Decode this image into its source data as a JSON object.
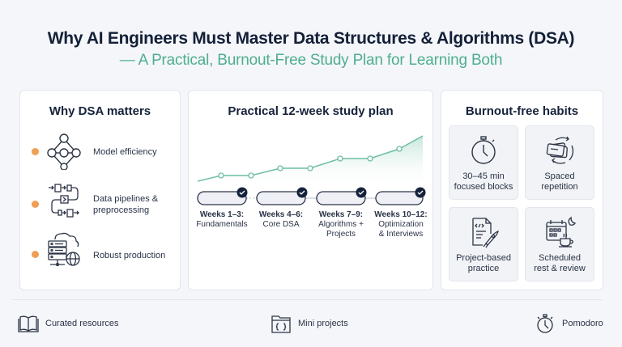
{
  "header": {
    "title": "Why AI Engineers Must Master Data Structures & Algorithms (DSA)",
    "subtitle": "— A Practical, Burnout-Free Study Plan for Learning Both"
  },
  "colors": {
    "title": "#142038",
    "accent_green": "#4fae8f",
    "bullet_orange": "#ef9f55",
    "badge_navy": "#15223b",
    "background": "#f4f6f9"
  },
  "why_dsa": {
    "title": "Why DSA matters",
    "items": [
      {
        "label": "Model efficiency",
        "icon": "neural-network-icon"
      },
      {
        "label": "Data pipelines & preprocessing",
        "icon": "data-pipeline-icon"
      },
      {
        "label": "Robust production",
        "icon": "server-cloud-icon"
      }
    ]
  },
  "study_plan": {
    "title": "Practical 12-week study plan",
    "phases": [
      {
        "weeks": "Weeks 1–3:",
        "topic": "Fundamentals",
        "status": "completed"
      },
      {
        "weeks": "Weeks 4–6:",
        "topic": "Core DSA",
        "status": "completed"
      },
      {
        "weeks": "Weeks 7–9:",
        "topic": "Algorithms + Projects",
        "status": "completed"
      },
      {
        "weeks": "Weeks 10–12:",
        "topic": "Optimization & Interviews",
        "status": "completed"
      }
    ]
  },
  "chart_data": {
    "type": "area",
    "title": "Practical 12-week study plan",
    "xlabel": "",
    "ylabel": "",
    "x": [
      0,
      1,
      2,
      3,
      4,
      5,
      6,
      7,
      8
    ],
    "values": [
      0,
      1,
      1,
      2,
      2,
      3,
      3,
      4,
      5
    ],
    "markers_at": [
      1,
      2,
      3,
      4,
      5,
      6,
      7
    ],
    "categories": [
      "Weeks 1–3",
      "Weeks 4–6",
      "Weeks 7–9",
      "Weeks 10–12"
    ],
    "grid": false,
    "legend": "none",
    "note": "Stepped upward progress curve with shaded green area; no axis ticks shown"
  },
  "habits": {
    "title": "Burnout-free habits",
    "tiles": [
      {
        "label_line1": "30–45 min",
        "label_line2": "focused blocks",
        "icon": "stopwatch-icon"
      },
      {
        "label_line1": "Spaced",
        "label_line2": "repetition",
        "icon": "flashcards-cycle-icon"
      },
      {
        "label_line1": "Project-based",
        "label_line2": "practice",
        "icon": "code-doc-rocket-icon"
      },
      {
        "label_line1": "Scheduled",
        "label_line2": "rest & review",
        "icon": "calendar-coffee-moon-icon"
      }
    ]
  },
  "footer": {
    "items": [
      {
        "label": "Curated resources",
        "icon": "book-icon"
      },
      {
        "label": "Mini projects",
        "icon": "code-folder-icon"
      },
      {
        "label": "Pomodoro",
        "icon": "stopwatch-icon"
      }
    ]
  }
}
